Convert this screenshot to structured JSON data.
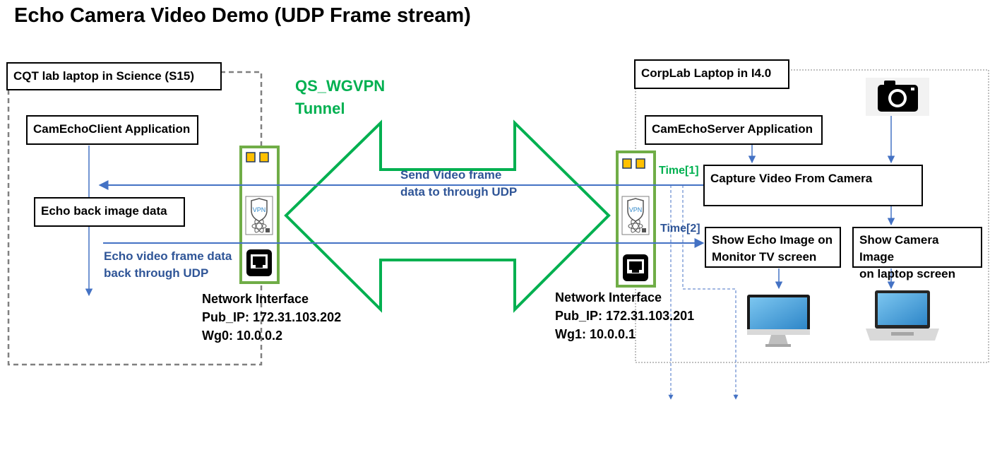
{
  "title": "Echo Camera Video Demo (UDP Frame stream)",
  "tunnel": {
    "line1": "QS_WGVPN",
    "line2": "Tunnel"
  },
  "left": {
    "container_label": "CQT lab laptop in Science (S15)",
    "app_label": "CamEchoClient Application",
    "echo_box_label": "Echo back image data",
    "echo_note_line1": "Echo video frame data",
    "echo_note_line2": "back through UDP",
    "nic": {
      "line1": "Network Interface",
      "line2": "Pub_IP: 172.31.103.202",
      "line3": "Wg0: 10.0.0.2"
    }
  },
  "right": {
    "container_label": "CorpLab Laptop in I4.0",
    "app_label": "CamEchoServer Application",
    "capture_label": "Capture Video From Camera",
    "show_echo_line1": "Show Echo Image on",
    "show_echo_line2": "Monitor TV screen",
    "show_camera_line1": "Show Camera Image",
    "show_camera_line2": "on laptop screen",
    "time1": "Time[1]",
    "time2": "Time[2]",
    "nic": {
      "line1": "Network Interface",
      "line2": "Pub_IP: 172.31.103.201",
      "line3": "Wg1: 10.0.0.1"
    }
  },
  "send_note_line1": "Send Video frame",
  "send_note_line2": "data to through UDP",
  "vpn_badge_text": "VPN",
  "colors": {
    "tunnel": "#00b050",
    "nic_border": "#70ad47",
    "flow": "#4472c4",
    "note_text": "#2f5597",
    "led": "#ffc000"
  },
  "icons": [
    "camera-icon",
    "monitor-icon",
    "laptop-icon",
    "vpn-shield-icon",
    "ethernet-port-icon"
  ]
}
